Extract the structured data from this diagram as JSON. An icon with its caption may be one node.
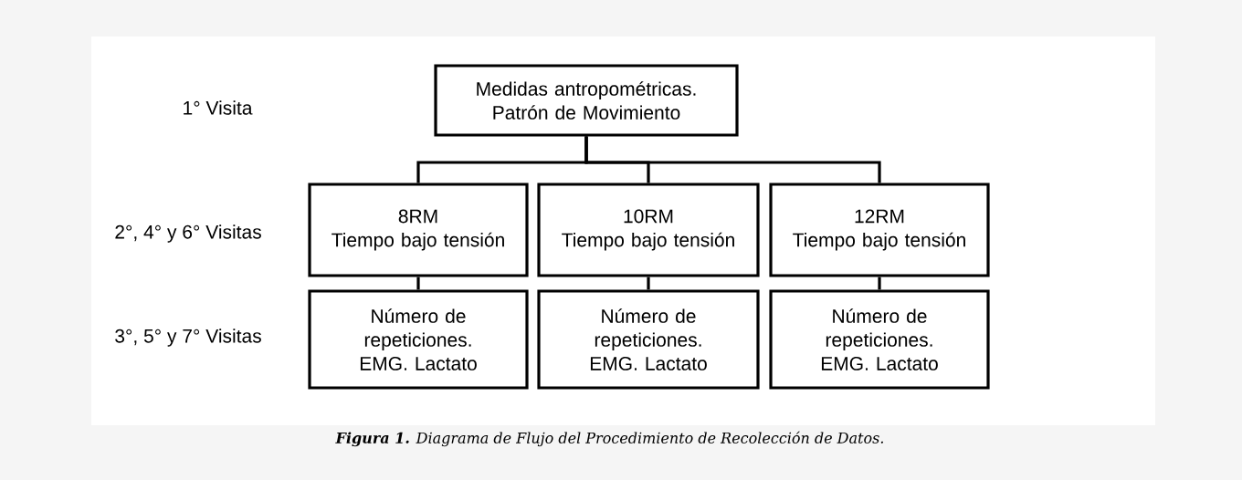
{
  "diagram": {
    "caption": "**Figura 1.** Diagrama de Flujo del Procedimiento de Recolección de Datos.",
    "nodes": [
      {
        "text": [
          "Medidas antropométricas. Patrón de Movimiento"
        ]
      },
      {
        "text": [
          "8RM",
          "Tiempo bajo tensión"
        ]
      },
      {
        "text": [
          "10RM",
          "Tiempo bajo tensión"
        ]
      },
      {
        "text": [
          "12RM",
          "Tiempo bajo tensión"
        ]
      },
      {
        "text": [
          "Número de repeticiones. EMG. Lactato"
        ]
      },
      {
        "text": [
          "Número de repeticiones. EMG. Lactato"
        ]
      },
      {
        "text": [
          "Número de repeticiones. EMG. Lactato"
        ]
      }
    ],
    "edges": [
      {
        "from": 0,
        "to": 1,
        "arrow": "none"
      },
      {
        "from": 0,
        "to": 2,
        "arrow": "none"
      },
      {
        "from": 0,
        "to": 3,
        "arrow": "none"
      },
      {
        "from": 1,
        "to": 4,
        "arrow": "none"
      },
      {
        "from": 2,
        "to": 5,
        "arrow": "none"
      },
      {
        "from": 3,
        "to": 6,
        "arrow": "none"
      }
    ],
    "labels": [
      "1° Visita",
      "2°, 4° y 6° Visitas",
      "3°, 5° y 7° Visitas"
    ]
  }
}
